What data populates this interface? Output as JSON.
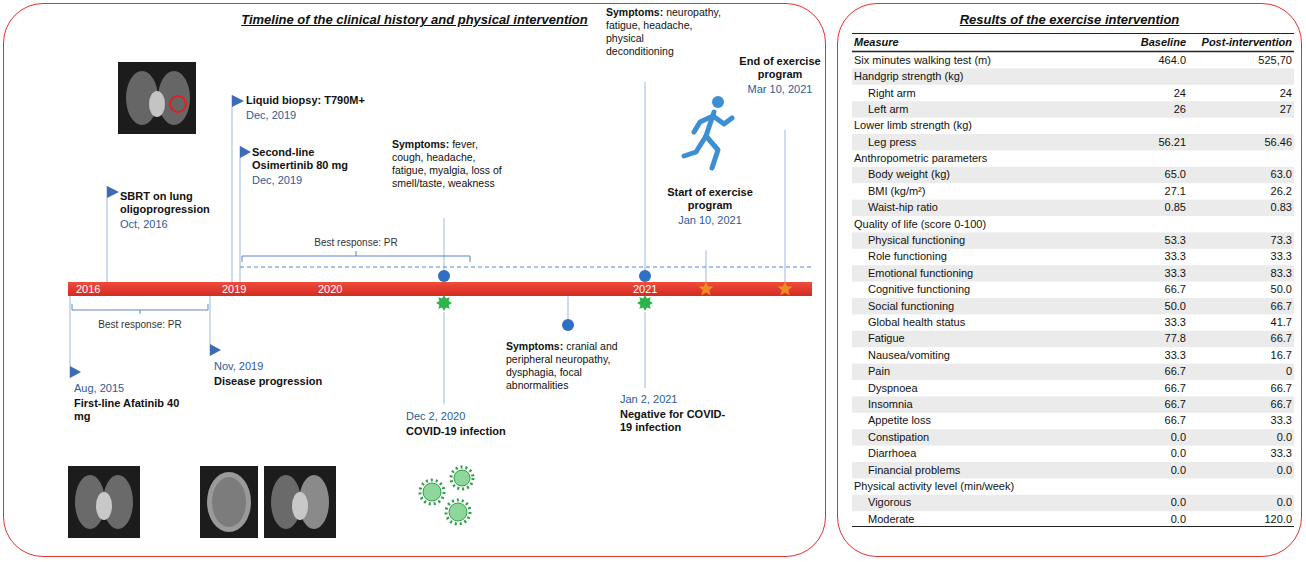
{
  "diagram": {
    "nodes": [
      {
        "text": [
          "Timeline of the clinical history and physical intervention"
        ]
      },
      {
        "text": [
          "2016",
          "2019",
          "2020",
          "2021"
        ],
        "in": 0
      },
      {
        "text": [
          "Results of the exercise intervention"
        ]
      }
    ],
    "labels": [
      "SBRT on lung oligoprogression",
      "Oct, 2016",
      "Liquid biopsy: T790M+",
      "Dec, 2019",
      "Second-line Osimertinib 80 mg",
      "Dec, 2019",
      "Best response: PR",
      "Symptoms:",
      "fever, cough, headache, fatigue, myalgia, loss of smell/taste, weakness",
      "Dec 2, 2020",
      "COVID-19 infection",
      "Symptoms:",
      "cranial and peripheral neuropathy, dysphagia, focal abnormalities",
      "Symptoms:",
      "neuropathy, fatigue, headache, physical deconditioning",
      "Jan 2, 2021",
      "Negative for COVID-19 infection",
      "Start of exercise program",
      "Jan 10, 2021",
      "End of exercise program",
      "Mar 10, 2021",
      "Aug, 2015",
      "First-line Afatinib 40 mg",
      "Best response: PR",
      "Nov, 2019",
      "Disease progression",
      "Measure",
      "Baseline",
      "Post-intervention",
      "Six minutes walking test (m)",
      "464.0",
      "525,70",
      "Handgrip strength (kg)",
      "Right arm",
      "24",
      "24",
      "Left arm",
      "26",
      "27",
      "Lower limb strength (kg)",
      "Leg press",
      "56.21",
      "56.46",
      "Anthropometric parameters",
      "Body weight (kg)",
      "65.0",
      "63.0",
      "BMI (kg/m²)",
      "27.1",
      "26.2",
      "Waist-hip ratio",
      "0.85",
      "0.83",
      "Quality of life (score 0-100)",
      "Physical functioning",
      "53.3",
      "73.3",
      "Role functioning",
      "33.3",
      "33.3",
      "Emotional functioning",
      "33.3",
      "83.3",
      "Cognitive functioning",
      "66.7",
      "50.0",
      "Social functioning",
      "50.0",
      "66.7",
      "Global health status",
      "33.3",
      "41.7",
      "Fatigue",
      "77.8",
      "66.7",
      "Nausea/vomiting",
      "33.3",
      "16.7",
      "Pain",
      "66.7",
      "0",
      "Dyspnoea",
      "66.7",
      "66.7",
      "Insomnia",
      "66.7",
      "66.7",
      "Appetite loss",
      "66.7",
      "33.3",
      "Constipation",
      "0.0",
      "0.0",
      "Diarrhoea",
      "0.0",
      "33.3",
      "Financial problems",
      "0.0",
      "0.0",
      "Physical activity level (min/week)",
      "Vigorous",
      "0.0",
      "0.0",
      "Moderate",
      "0.0",
      "120.0"
    ]
  }
}
